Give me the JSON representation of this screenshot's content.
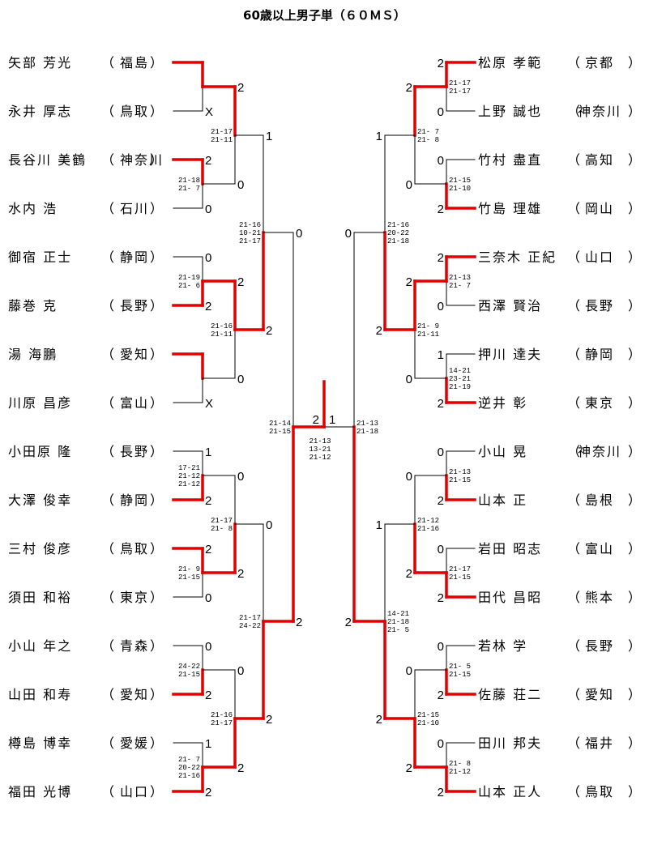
{
  "title": "60歳以上男子単（６０ＭＳ）",
  "win_color": "#e00000",
  "line_color": "#000000",
  "left_players": [
    {
      "name": "矢部 芳光",
      "pref": "福島"
    },
    {
      "name": "永井 厚志",
      "pref": "鳥取"
    },
    {
      "name": "長谷川 美鶴",
      "pref": "神奈川"
    },
    {
      "name": "水内  浩",
      "pref": "石川"
    },
    {
      "name": "御宿 正士",
      "pref": "静岡"
    },
    {
      "name": "藤巻  克",
      "pref": "長野"
    },
    {
      "name": "湯  海鵬",
      "pref": "愛知"
    },
    {
      "name": "川原 昌彦",
      "pref": "富山"
    },
    {
      "name": "小田原 隆",
      "pref": "長野"
    },
    {
      "name": "大澤 俊幸",
      "pref": "静岡"
    },
    {
      "name": "三村 俊彦",
      "pref": "鳥取"
    },
    {
      "name": "須田 和裕",
      "pref": "東京"
    },
    {
      "name": "小山 年之",
      "pref": "青森"
    },
    {
      "name": "山田 和寿",
      "pref": "愛知"
    },
    {
      "name": "樽島 博幸",
      "pref": "愛媛"
    },
    {
      "name": "福田 光博",
      "pref": "山口"
    }
  ],
  "right_players": [
    {
      "name": "松原 孝範",
      "pref": "京都"
    },
    {
      "name": "上野 誠也",
      "pref": "神奈川"
    },
    {
      "name": "竹村 盡直",
      "pref": "高知"
    },
    {
      "name": "竹島 理雄",
      "pref": "岡山"
    },
    {
      "name": "三奈木 正紀",
      "pref": "山口"
    },
    {
      "name": "西澤 賢治",
      "pref": "長野"
    },
    {
      "name": "押川 達夫",
      "pref": "静岡"
    },
    {
      "name": "逆井  彰",
      "pref": "東京"
    },
    {
      "name": "小山  晃",
      "pref": "神奈川"
    },
    {
      "name": "山本  正",
      "pref": "島根"
    },
    {
      "name": "岩田 昭志",
      "pref": "富山"
    },
    {
      "name": "田代 昌昭",
      "pref": "熊本"
    },
    {
      "name": "若林  学",
      "pref": "長野"
    },
    {
      "name": "佐藤 荘二",
      "pref": "愛知"
    },
    {
      "name": "田川 邦夫",
      "pref": "福井"
    },
    {
      "name": "山本 正人",
      "pref": "鳥取"
    }
  ],
  "left_rounds": [
    [
      {
        "top": "",
        "bottom": "X",
        "winner": "top",
        "games": []
      },
      {
        "top": "2",
        "bottom": "0",
        "winner": "top",
        "games": [
          "21-18",
          "21- 7"
        ]
      },
      {
        "top": "0",
        "bottom": "2",
        "winner": "bottom",
        "games": [
          "21-19",
          "21- 6"
        ]
      },
      {
        "top": "",
        "bottom": "X",
        "winner": "top",
        "games": []
      },
      {
        "top": "1",
        "bottom": "2",
        "winner": "bottom",
        "games": [
          "17-21",
          "21-12",
          "21-12"
        ]
      },
      {
        "top": "2",
        "bottom": "0",
        "winner": "top",
        "games": [
          "21- 9",
          "21-15"
        ]
      },
      {
        "top": "0",
        "bottom": "2",
        "winner": "bottom",
        "games": [
          "24-22",
          "21-15"
        ]
      },
      {
        "top": "1",
        "bottom": "2",
        "winner": "bottom",
        "games": [
          "21- 7",
          "20-22",
          "21-16"
        ]
      }
    ],
    [
      {
        "top": "2",
        "bottom": "0",
        "winner": "top",
        "games": [
          "21-17",
          "21-11"
        ]
      },
      {
        "top": "2",
        "bottom": "0",
        "winner": "top",
        "games": [
          "21-16",
          "21-11"
        ]
      },
      {
        "top": "0",
        "bottom": "2",
        "winner": "bottom",
        "games": [
          "21-17",
          "21- 8"
        ]
      },
      {
        "top": "0",
        "bottom": "2",
        "winner": "bottom",
        "games": [
          "21-16",
          "21-17"
        ]
      }
    ],
    [
      {
        "top": "1",
        "bottom": "2",
        "winner": "bottom",
        "games": [
          "21-16",
          "10-21",
          "21-17"
        ]
      },
      {
        "top": "0",
        "bottom": "2",
        "winner": "bottom",
        "games": [
          "21-17",
          "24-22"
        ]
      }
    ],
    [
      {
        "top": "0",
        "bottom": "2",
        "winner": "bottom",
        "games": [
          "21-14",
          "21-15"
        ]
      }
    ]
  ],
  "right_rounds": [
    [
      {
        "top": "2",
        "bottom": "0",
        "winner": "top",
        "games": [
          "21-17",
          "21-17"
        ]
      },
      {
        "top": "0",
        "bottom": "2",
        "winner": "bottom",
        "games": [
          "21-15",
          "21-10"
        ]
      },
      {
        "top": "2",
        "bottom": "0",
        "winner": "top",
        "games": [
          "21-13",
          "21- 7"
        ]
      },
      {
        "top": "1",
        "bottom": "2",
        "winner": "bottom",
        "games": [
          "14-21",
          "23-21",
          "21-19"
        ]
      },
      {
        "top": "0",
        "bottom": "2",
        "winner": "bottom",
        "games": [
          "21-13",
          "21-15"
        ]
      },
      {
        "top": "0",
        "bottom": "2",
        "winner": "bottom",
        "games": [
          "21-17",
          "21-15"
        ]
      },
      {
        "top": "0",
        "bottom": "2",
        "winner": "bottom",
        "games": [
          "21- 5",
          "21-15"
        ]
      },
      {
        "top": "0",
        "bottom": "2",
        "winner": "bottom",
        "games": [
          "21- 8",
          "21-12"
        ]
      }
    ],
    [
      {
        "top": "2",
        "bottom": "0",
        "winner": "top",
        "games": [
          "21- 7",
          "21- 8"
        ]
      },
      {
        "top": "2",
        "bottom": "0",
        "winner": "top",
        "games": [
          "21- 9",
          "21-11"
        ]
      },
      {
        "top": "0",
        "bottom": "2",
        "winner": "bottom",
        "games": [
          "21-12",
          "21-16"
        ]
      },
      {
        "top": "0",
        "bottom": "2",
        "winner": "bottom",
        "games": [
          "21-15",
          "21-10"
        ]
      }
    ],
    [
      {
        "top": "1",
        "bottom": "2",
        "winner": "bottom",
        "games": [
          "21-16",
          "20-22",
          "21-18"
        ]
      },
      {
        "top": "1",
        "bottom": "2",
        "winner": "bottom",
        "games": [
          "14-21",
          "21-18",
          "21- 5"
        ]
      }
    ],
    [
      {
        "top": "0",
        "bottom": "2",
        "winner": "bottom",
        "games": [
          "21-13",
          "21-18"
        ]
      }
    ]
  ],
  "final": {
    "left": "2",
    "right": "1",
    "winner": "left",
    "games": [
      "21-13",
      "13-21",
      "21-12"
    ]
  }
}
